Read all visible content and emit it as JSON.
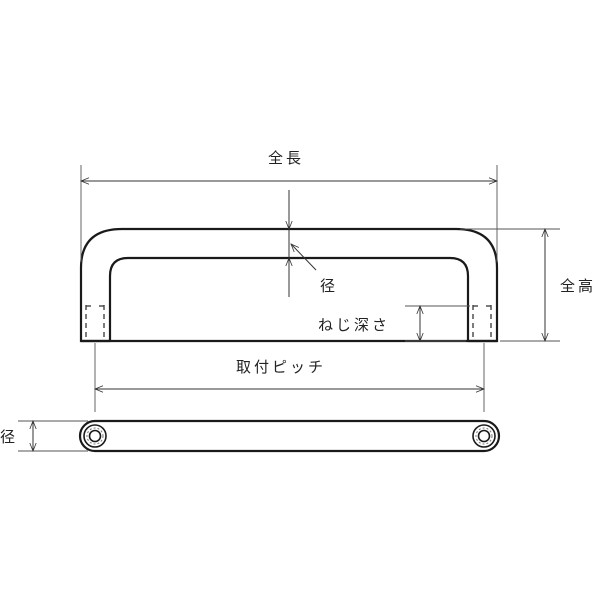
{
  "drawing": {
    "labels": {
      "overall_length": "全長",
      "diameter_top": "径",
      "overall_height": "全高",
      "thread_depth": "ねじ深さ",
      "mounting_pitch": "取付ピッチ",
      "diameter_bottom": "径"
    },
    "colors": {
      "line": "#1a1a1a",
      "background": "#ffffff"
    }
  }
}
